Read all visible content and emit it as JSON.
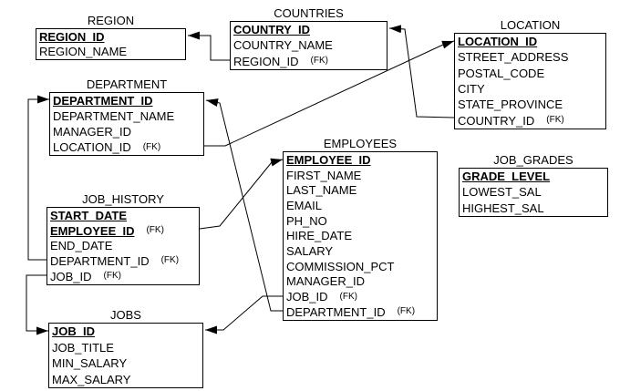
{
  "fk_label": "(FK)",
  "colors": {
    "background": "#ffffff",
    "box_fill": "#ffffff",
    "box_border": "#000000",
    "line": "#000000",
    "text": "#000000"
  },
  "entities": [
    {
      "name": "REGION",
      "fields": [
        {
          "name": "REGION_ID",
          "pk": true
        },
        {
          "name": "REGION_NAME"
        }
      ]
    },
    {
      "name": "COUNTRIES",
      "fields": [
        {
          "name": "COUNTRY_ID",
          "pk": true
        },
        {
          "name": "COUNTRY_NAME"
        },
        {
          "name": "REGION_ID",
          "fk": true
        }
      ]
    },
    {
      "name": "LOCATION",
      "fields": [
        {
          "name": "LOCATION_ID",
          "pk": true
        },
        {
          "name": "STREET_ADDRESS"
        },
        {
          "name": "POSTAL_CODE"
        },
        {
          "name": "CITY"
        },
        {
          "name": "STATE_PROVINCE"
        },
        {
          "name": "COUNTRY_ID",
          "fk": true
        }
      ]
    },
    {
      "name": "DEPARTMENT",
      "fields": [
        {
          "name": "DEPARTMENT_ID",
          "pk": true
        },
        {
          "name": "DEPARTMENT_NAME"
        },
        {
          "name": "MANAGER_ID"
        },
        {
          "name": "LOCATION_ID",
          "fk": true
        }
      ]
    },
    {
      "name": "JOB_HISTORY",
      "fields": [
        {
          "name": "START_DATE",
          "pk": true
        },
        {
          "name": "EMPLOYEE_ID",
          "pk": true,
          "fk": true
        },
        {
          "name": "END_DATE"
        },
        {
          "name": "DEPARTMENT_ID",
          "fk": true
        },
        {
          "name": "JOB_ID",
          "fk": true
        }
      ]
    },
    {
      "name": "EMPLOYEES",
      "fields": [
        {
          "name": "EMPLOYEE_ID",
          "pk": true
        },
        {
          "name": "FIRST_NAME"
        },
        {
          "name": "LAST_NAME"
        },
        {
          "name": "EMAIL"
        },
        {
          "name": "PH_NO"
        },
        {
          "name": "HIRE_DATE"
        },
        {
          "name": "SALARY"
        },
        {
          "name": "COMMISSION_PCT"
        },
        {
          "name": "MANAGER_ID"
        },
        {
          "name": "JOB_ID",
          "fk": true
        },
        {
          "name": "DEPARTMENT_ID",
          "fk": true
        }
      ]
    },
    {
      "name": "JOB_GRADES",
      "fields": [
        {
          "name": "GRADE_LEVEL",
          "pk": true
        },
        {
          "name": "LOWEST_SAL"
        },
        {
          "name": "HIGHEST_SAL"
        }
      ]
    },
    {
      "name": "JOBS",
      "fields": [
        {
          "name": "JOB_ID",
          "pk": true
        },
        {
          "name": "JOB_TITLE"
        },
        {
          "name": "MIN_SALARY"
        },
        {
          "name": "MAX_SALARY"
        }
      ]
    }
  ],
  "relationships": [
    {
      "from": "COUNTRIES.REGION_ID",
      "to": "REGION"
    },
    {
      "from": "LOCATION.COUNTRY_ID",
      "to": "COUNTRIES"
    },
    {
      "from": "DEPARTMENT.LOCATION_ID",
      "to": "LOCATION"
    },
    {
      "from": "EMPLOYEES.DEPARTMENT_ID",
      "to": "DEPARTMENT"
    },
    {
      "from": "JOB_HISTORY.EMPLOYEE_ID",
      "to": "EMPLOYEES"
    },
    {
      "from": "JOB_HISTORY.DEPARTMENT_ID",
      "to": "DEPARTMENT"
    },
    {
      "from": "JOB_HISTORY.JOB_ID",
      "to": "JOBS"
    },
    {
      "from": "EMPLOYEES.JOB_ID",
      "to": "JOBS"
    }
  ]
}
